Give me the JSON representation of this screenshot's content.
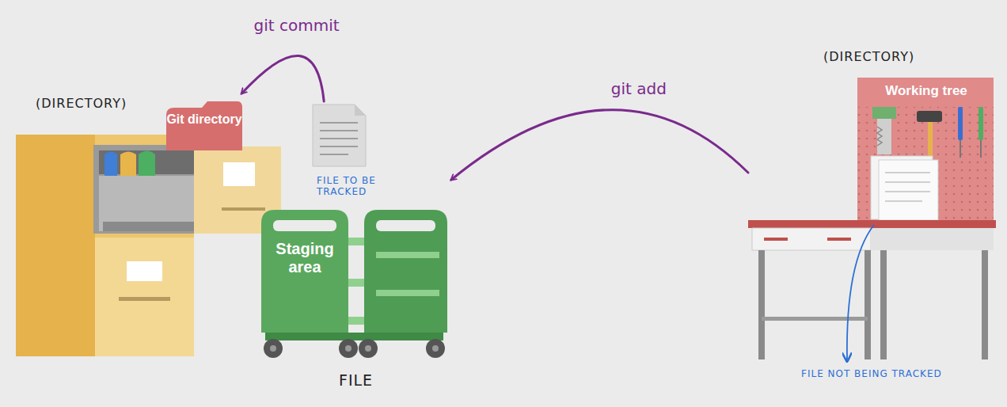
{
  "diagram": {
    "nodes": [
      {
        "text": [
          "(DIRECTORY)",
          "Git directory"
        ]
      },
      {
        "text": [
          "Staging area"
        ]
      },
      {
        "text": [
          "(DIRECTORY)",
          "Working tree"
        ]
      }
    ],
    "edges": [
      {
        "from": 2,
        "to": 1,
        "arrow": "to",
        "label": "git add"
      },
      {
        "from": 1,
        "to": 0,
        "arrow": "to",
        "label": "git commit"
      }
    ],
    "labels": [
      "FILE TO BE TRACKED",
      "FILE",
      "FILE NOT BEING TRACKED"
    ]
  }
}
